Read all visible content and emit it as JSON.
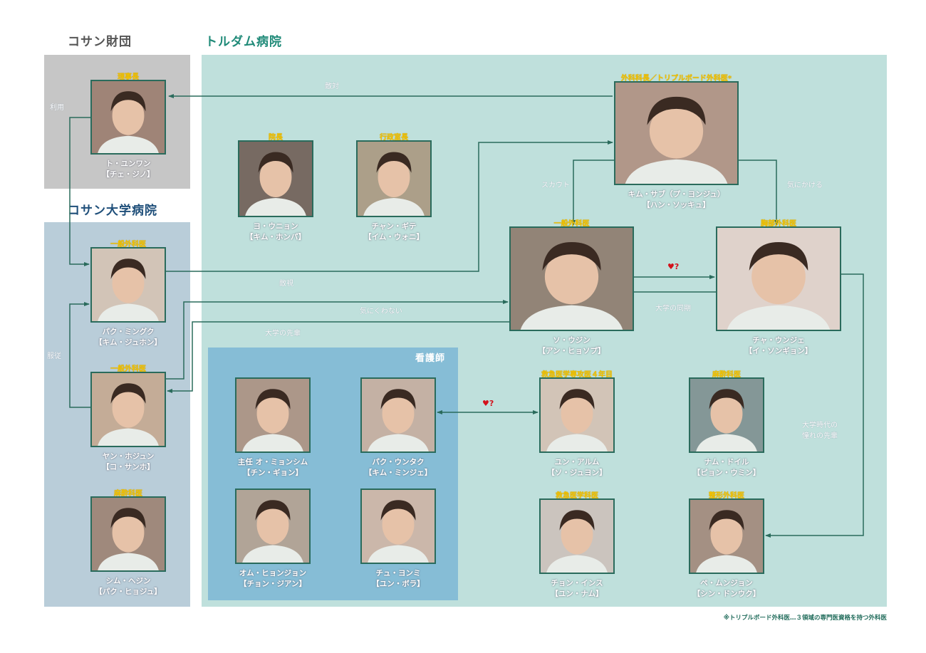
{
  "sections": {
    "kosan_foundation": "コサン財団",
    "doldam_hospital": "トルダム病院",
    "kosan_university_hospital": "コサン大学病院",
    "nurses": "看護師"
  },
  "characters": [
    {
      "id": "do",
      "role": "理事長",
      "name": "ト・ユンワン",
      "actor": "【チェ・ジノ】"
    },
    {
      "id": "yeo",
      "role": "院長",
      "name": "ヨ・ウニョン",
      "actor": "【キム・ホンパ】"
    },
    {
      "id": "jang",
      "role": "行政室長",
      "name": "チャン・ギテ",
      "actor": "【イム・ウォニ】"
    },
    {
      "id": "kim",
      "role": "外科科長／トリプルボード外科医*",
      "name": "キム・サブ（プ・ヨンジュ）",
      "actor": "【ハン・ソッキュ】"
    },
    {
      "id": "seo",
      "role": "一般外科医",
      "name": "ソ・ウジン",
      "actor": "【アン・ヒョソプ】"
    },
    {
      "id": "cha",
      "role": "胸部外科医",
      "name": "チャ・ウンジェ",
      "actor": "【イ・ソンギョン】"
    },
    {
      "id": "park_m",
      "role": "一般外科医",
      "name": "パク・ミングク",
      "actor": "【キム・ジュホン】"
    },
    {
      "id": "yang",
      "role": "一般外科医",
      "name": "ヤン・ホジュン",
      "actor": "【コ・サンホ】"
    },
    {
      "id": "shim",
      "role": "麻酔科医",
      "name": "シム・ヘジン",
      "actor": "【パク・ヒョジュ】"
    },
    {
      "id": "oh",
      "role": "",
      "name": "主任 オ・ミョンシム",
      "actor": "【チン・ギョン】"
    },
    {
      "id": "park_e",
      "role": "",
      "name": "パク・ウンタク",
      "actor": "【キム・ミンジェ】"
    },
    {
      "id": "eom",
      "role": "",
      "name": "オム・ヒョンジョン",
      "actor": "【チョン・ジアン】"
    },
    {
      "id": "joo",
      "role": "",
      "name": "チュ・ヨンミ",
      "actor": "【ユン・ボラ】"
    },
    {
      "id": "yoon",
      "role": "救急医学専攻医４年目",
      "name": "ユン・アルム",
      "actor": "【ソ・ジュヨン】"
    },
    {
      "id": "nam",
      "role": "麻酔科医",
      "name": "ナム・ドイル",
      "actor": "【ピョン・ウミン】"
    },
    {
      "id": "jeong",
      "role": "救急医学科医",
      "name": "チョン・インス",
      "actor": "【ユン・ナム】"
    },
    {
      "id": "bae",
      "role": "整形外科医",
      "name": "ペ・ムンジョン",
      "actor": "【シン・ドンウク】"
    }
  ],
  "relations": {
    "hostility": "敵対",
    "use": "利用",
    "rivalry": "敵視",
    "dislike": "気にくわない",
    "senior": "大学の先輩",
    "obedience": "服従",
    "scout": "スカウト",
    "care": "気にかける",
    "love1": "♥?",
    "classmate": "大学の同期",
    "admired_senior": "大学時代の憧れの先輩",
    "love2": "♥?"
  },
  "footnote": "※トリプルボード外科医…３領域の専門医資格を持つ外科医",
  "colors": {
    "line": "#2a6b5c",
    "role": "#f2c200",
    "doldam": "#bfe0dc",
    "foundation": "#c6c6c6",
    "university": "#b9cdd9",
    "nurse": "#86bdd6"
  }
}
